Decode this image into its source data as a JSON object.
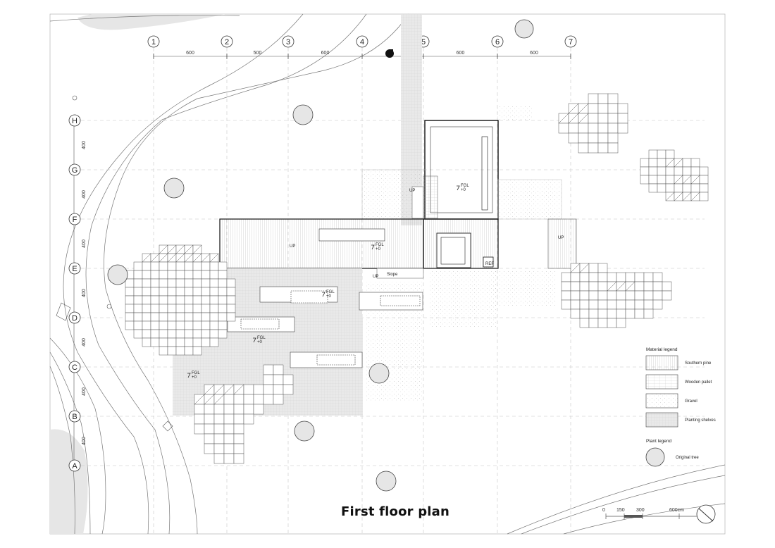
{
  "title": "First floor plan",
  "grid_columns": [
    "1",
    "2",
    "3",
    "4",
    "5",
    "6",
    "7"
  ],
  "column_spacings": [
    "600",
    "500",
    "600",
    "600",
    "600"
  ],
  "grid_rows": [
    "H",
    "G",
    "F",
    "E",
    "D",
    "C",
    "B",
    "A"
  ],
  "row_spacings": [
    "400",
    "400",
    "400",
    "400",
    "400",
    "400",
    "400"
  ],
  "labels": {
    "up": "UP",
    "slope": "Slope",
    "fgl_e0": "FGL\n+0",
    "fgl": "FGL",
    "fgl_val": "+0",
    "ref": "REF"
  },
  "material_legend": {
    "title": "Material legend",
    "items": [
      "Southern pine",
      "Wooden pallet",
      "Gravel",
      "Planting shelves"
    ]
  },
  "plant_legend": {
    "title": "Plant legend",
    "items": [
      "Original tree"
    ]
  },
  "scale_bar": {
    "ticks": [
      "0",
      "150",
      "300",
      "600cm"
    ]
  }
}
